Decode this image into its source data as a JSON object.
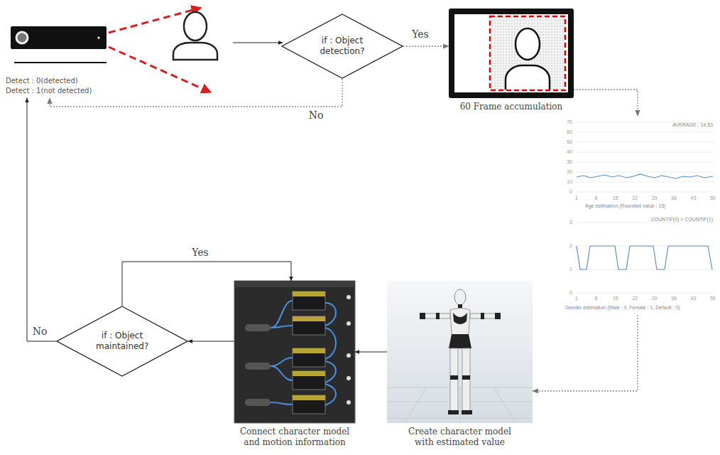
{
  "diagram": {
    "nodes": [
      {
        "text": [
          "Detect : 0(detected)",
          "Detect : 1(not detected)"
        ]
      },
      {
        "text": [
          "if : Object detection?"
        ]
      },
      {
        "text": [
          "60 Frame accumulation"
        ]
      },
      {
        "text": [
          "AVERAGE : 14.53",
          "Age estimation (Rounded value : 15)"
        ]
      },
      {
        "text": [
          "COUNTIF(0) > COUNTIF(1)",
          "Gender estimation (Male : 0, Female : 1, Default : 0)"
        ]
      },
      {
        "text": [
          "Create character model with estimated value"
        ]
      },
      {
        "text": [
          "Connect character model and motion information"
        ]
      },
      {
        "text": [
          "if : Object maintained?"
        ]
      }
    ],
    "edges": [
      {
        "from": 1,
        "to": 2,
        "arrow": "to",
        "label": "Yes"
      },
      {
        "from": 1,
        "to": 0,
        "arrow": "to",
        "label": "No"
      },
      {
        "from": 2,
        "to": 3,
        "arrow": "to"
      },
      {
        "from": 4,
        "to": 5,
        "arrow": "to"
      },
      {
        "from": 5,
        "to": 6,
        "arrow": "to"
      },
      {
        "from": 6,
        "to": 7,
        "arrow": "to"
      },
      {
        "from": 7,
        "to": 6,
        "arrow": "to",
        "label": "Yes"
      },
      {
        "from": 7,
        "to": 0,
        "arrow": "to",
        "label": "No"
      }
    ],
    "labels": [
      "70",
      "60",
      "50",
      "40",
      "30",
      "20",
      "10",
      "0",
      "1",
      "8",
      "15",
      "22",
      "29",
      "36",
      "43",
      "50",
      "3",
      "2",
      "1",
      "0",
      "1",
      "8",
      "15",
      "22",
      "29",
      "36",
      "43",
      "50"
    ]
  }
}
